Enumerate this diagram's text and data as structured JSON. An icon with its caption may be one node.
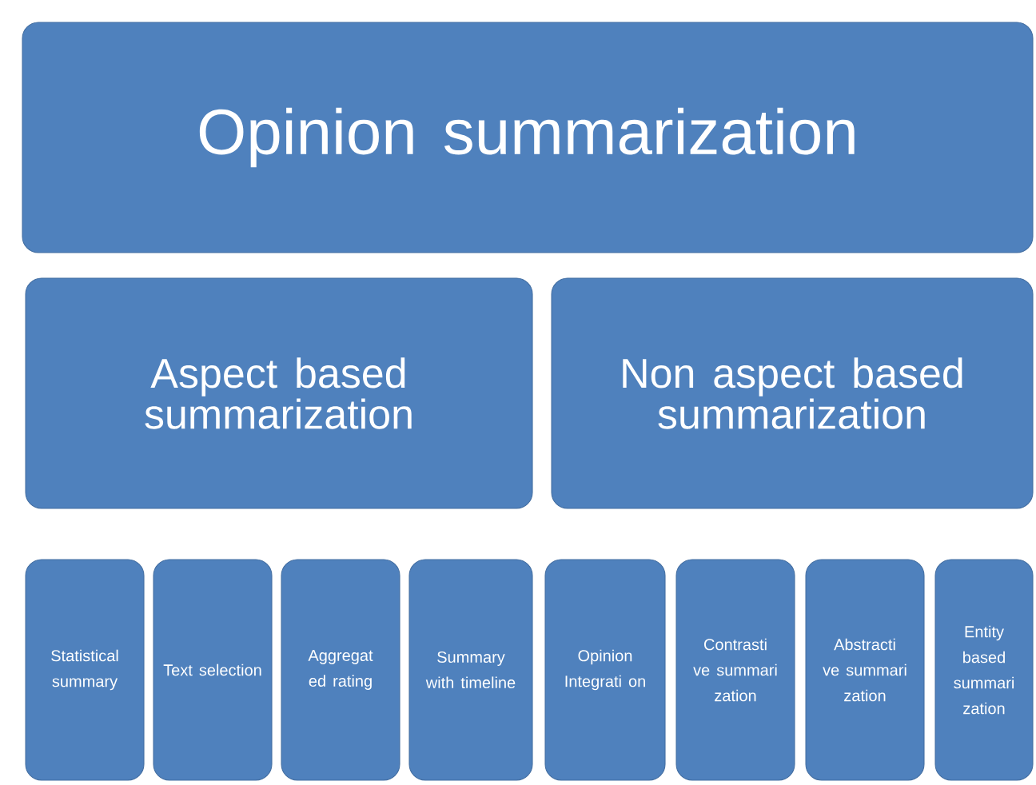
{
  "diagram": {
    "nodes": [
      {
        "text": [
          "Opinion summarization"
        ]
      },
      {
        "text": [
          "Aspect based summarization"
        ]
      },
      {
        "text": [
          "Non aspect based summarization"
        ]
      },
      {
        "text": [
          "Statistical summary"
        ]
      },
      {
        "text": [
          "Text selection"
        ]
      },
      {
        "text": [
          "Aggregat ed rating"
        ]
      },
      {
        "text": [
          "Summary with timeline"
        ]
      },
      {
        "text": [
          "Opinion Integrati on"
        ]
      },
      {
        "text": [
          "Contrasti ve summari zation"
        ]
      },
      {
        "text": [
          "Abstracti ve summari zation"
        ]
      },
      {
        "text": [
          "Entity based summari zation"
        ]
      }
    ]
  }
}
